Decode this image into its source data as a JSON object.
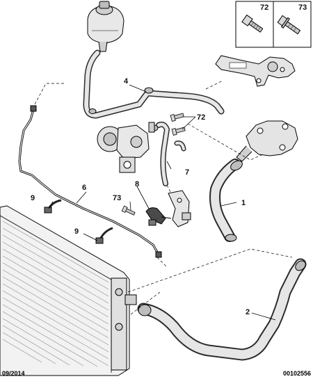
{
  "callouts": {
    "c1": "1",
    "c2": "2",
    "c4": "4",
    "c6": "6",
    "c7": "7",
    "c8": "8",
    "c9a": "9",
    "c9b": "9",
    "c72": "72",
    "c73": "73"
  },
  "legend": {
    "bolt_72_label": "72",
    "bolt_73_label": "73"
  },
  "footer": {
    "date": "09/2014",
    "reference": "00102556"
  },
  "colors": {
    "line": "#000000",
    "part_fill": "#d9d9d9",
    "background": "#ffffff"
  }
}
